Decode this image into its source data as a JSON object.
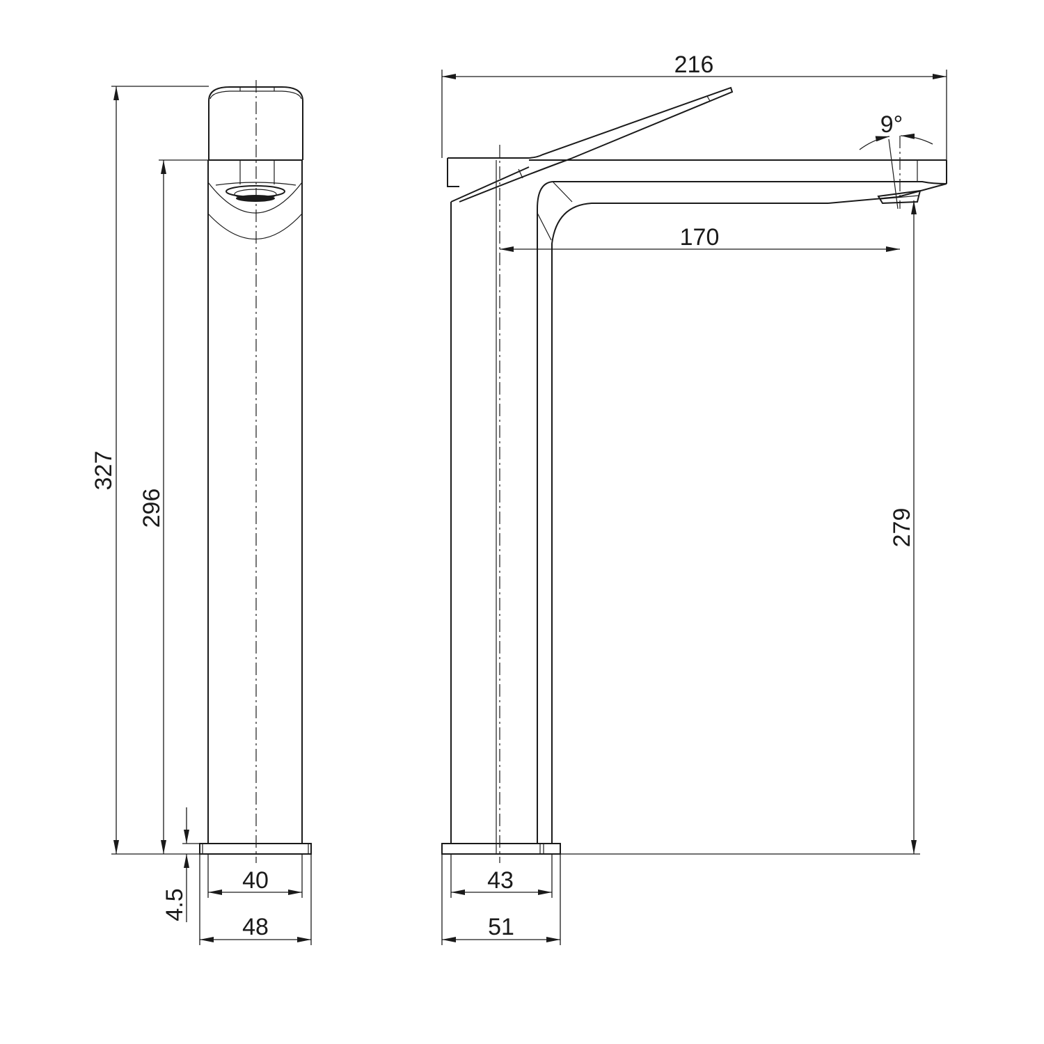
{
  "drawing": {
    "front_view": {
      "overall_height": "327",
      "spout_height": "296",
      "base_thickness": "4.5",
      "body_width": "40",
      "base_width": "48"
    },
    "side_view": {
      "overall_length": "216",
      "spout_reach": "170",
      "outlet_height": "279",
      "outlet_angle": "9°",
      "body_depth": "43",
      "base_depth": "51"
    },
    "colors": {
      "line": "#1a1a1a",
      "background": "#ffffff"
    }
  }
}
